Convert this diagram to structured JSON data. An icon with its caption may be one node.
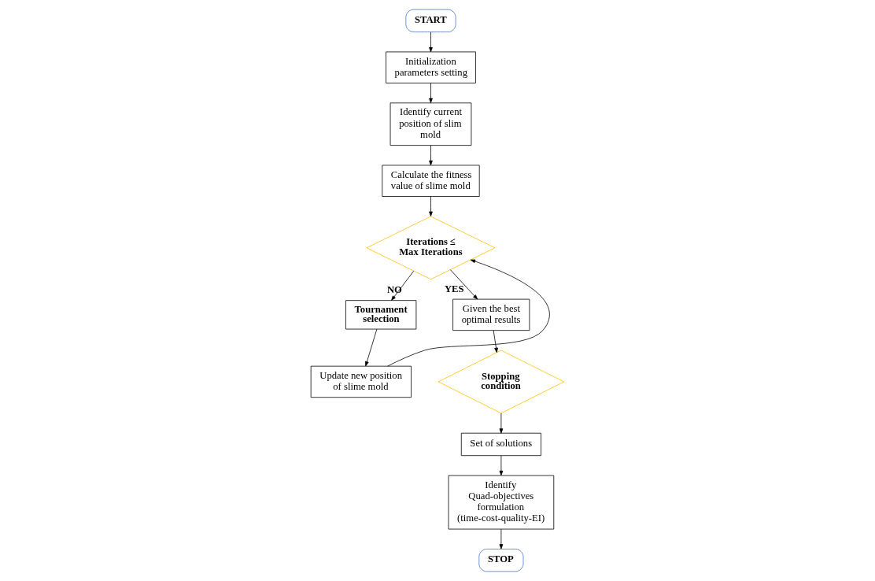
{
  "diagram": {
    "nodes": [
      {
        "text": [
          "START"
        ]
      },
      {
        "text": [
          "Initialization parameters setting"
        ]
      },
      {
        "text": [
          "Identify current position of slim mold"
        ]
      },
      {
        "text": [
          "Calculate the fitness value of slime mold"
        ]
      },
      {
        "text": [
          "Iterations ≤ Max Iterations"
        ]
      },
      {
        "text": [
          "Tournament selection"
        ]
      },
      {
        "text": [
          "Update new position of slime mold"
        ]
      },
      {
        "text": [
          "Given the best optimal results"
        ]
      },
      {
        "text": [
          "Stopping condition"
        ]
      },
      {
        "text": [
          "Set of solutions"
        ]
      },
      {
        "text": [
          "Identify Quad-objectives formulation (time-cost-quality-EI)"
        ]
      },
      {
        "text": [
          "STOP"
        ]
      }
    ],
    "edges": [
      {
        "from": 0,
        "to": 1,
        "arrow": "to"
      },
      {
        "from": 1,
        "to": 2,
        "arrow": "to"
      },
      {
        "from": 2,
        "to": 3,
        "arrow": "to"
      },
      {
        "from": 3,
        "to": 4,
        "arrow": "to"
      },
      {
        "from": 4,
        "to": 5,
        "arrow": "to",
        "label": "NO"
      },
      {
        "from": 5,
        "to": 6,
        "arrow": "to"
      },
      {
        "from": 6,
        "to": 4,
        "arrow": "to"
      },
      {
        "from": 4,
        "to": 7,
        "arrow": "to",
        "label": "YES"
      },
      {
        "from": 7,
        "to": 8,
        "arrow": "to"
      },
      {
        "from": 8,
        "to": 9,
        "arrow": "to"
      },
      {
        "from": 9,
        "to": 10,
        "arrow": "to"
      },
      {
        "from": 10,
        "to": 11,
        "arrow": "to"
      }
    ]
  }
}
